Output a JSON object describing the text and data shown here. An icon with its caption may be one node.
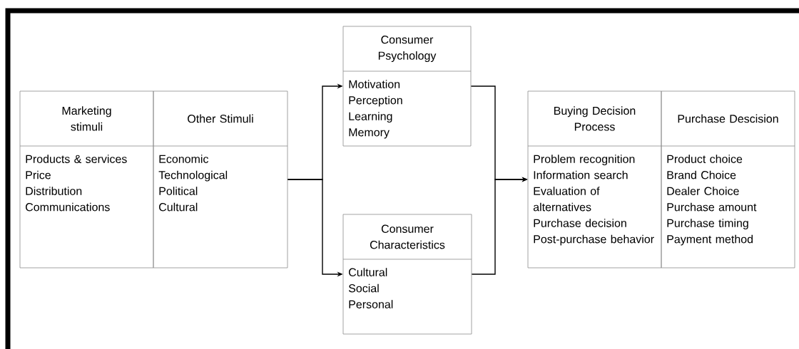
{
  "diagram": {
    "nodes": [
      {
        "text": [
          "Marketing stimuli",
          "Products & services",
          "Price",
          "Distribution",
          "Communications"
        ]
      },
      {
        "text": [
          "Other Stimuli",
          "Economic",
          "Technological",
          "Political",
          "Cultural"
        ]
      },
      {
        "text": [
          "Consumer Psychology",
          "Motivation",
          "Perception",
          "Learning",
          "Memory"
        ]
      },
      {
        "text": [
          "Consumer Characteristics",
          "Cultural",
          "Social",
          "Personal"
        ]
      },
      {
        "text": [
          "Buying Decision Process",
          "Problem recognition",
          "Information search",
          "Evaluation of alternatives",
          "Purchase decision",
          "Post-purchase behavior"
        ]
      },
      {
        "text": [
          "Purchase Descision",
          "Product choice",
          "Brand Choice",
          "Dealer Choice",
          "Purchase amount",
          "Purchase timing",
          "Payment method"
        ]
      }
    ],
    "edges": [
      {
        "from": 1,
        "to": 2,
        "arrow": "to"
      },
      {
        "from": 1,
        "to": 3,
        "arrow": "to"
      },
      {
        "from": 2,
        "to": 4,
        "arrow": "to"
      },
      {
        "from": 3,
        "to": 4,
        "arrow": "to"
      }
    ]
  }
}
